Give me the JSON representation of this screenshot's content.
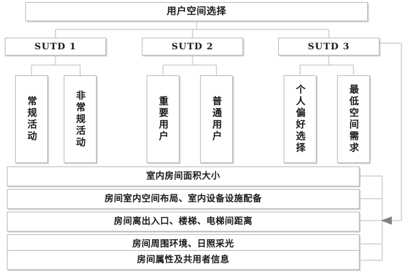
{
  "diagram": {
    "title": "用户空间选择",
    "type": "hierarchy-tree",
    "line_color": "#b9b9b9",
    "border_color": "#b9b9b9",
    "shadow_color": "#cfcfcf",
    "arrow_color": "#808080",
    "background": "#ffffff",
    "root": {
      "label": "用户空间选择"
    },
    "groups": [
      {
        "label": "SUTD 1",
        "children": [
          {
            "label": "常规活动"
          },
          {
            "label": "非常规活动"
          }
        ]
      },
      {
        "label": "SUTD 2",
        "children": [
          {
            "label": "重要用户"
          },
          {
            "label": "普通用户"
          }
        ]
      },
      {
        "label": "SUTD 3",
        "children": [
          {
            "label": "个人偏好选择"
          },
          {
            "label": "最低空间需求"
          }
        ]
      }
    ],
    "criteria": [
      {
        "label": "室内房间面积大小"
      },
      {
        "label": "房间室内空间布局、室内设备设施配备"
      },
      {
        "label": "房间离出入口、楼梯、电梯间距离"
      },
      {
        "label": "房间周围环境、日照采光"
      },
      {
        "label": "房间属性及共用者信息"
      }
    ]
  }
}
